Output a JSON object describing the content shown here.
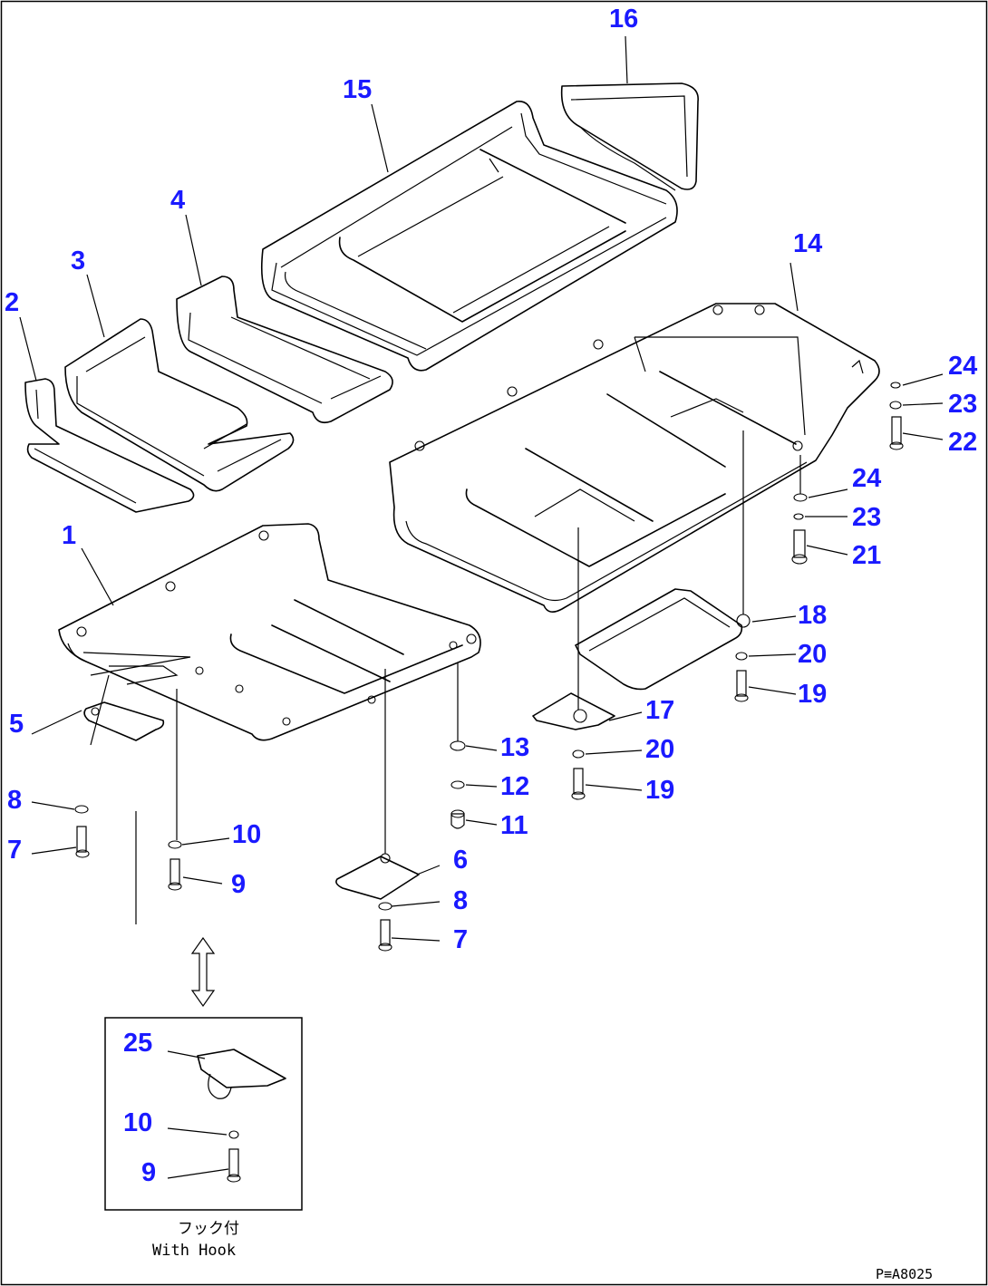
{
  "labels": [
    {
      "id": "16a",
      "text": "16"
    },
    {
      "id": "15a",
      "text": "15"
    },
    {
      "id": "4a",
      "text": "4"
    },
    {
      "id": "14a",
      "text": "14"
    },
    {
      "id": "3a",
      "text": "3"
    },
    {
      "id": "2a",
      "text": "2"
    },
    {
      "id": "24a",
      "text": "24"
    },
    {
      "id": "23a",
      "text": "23"
    },
    {
      "id": "22a",
      "text": "22"
    },
    {
      "id": "24b",
      "text": "24"
    },
    {
      "id": "23b",
      "text": "23"
    },
    {
      "id": "21a",
      "text": "21"
    },
    {
      "id": "1a",
      "text": "1"
    },
    {
      "id": "18a",
      "text": "18"
    },
    {
      "id": "20a",
      "text": "20"
    },
    {
      "id": "19a",
      "text": "19"
    },
    {
      "id": "17a",
      "text": "17"
    },
    {
      "id": "5a",
      "text": "5"
    },
    {
      "id": "13a",
      "text": "13"
    },
    {
      "id": "20b",
      "text": "20"
    },
    {
      "id": "12a",
      "text": "12"
    },
    {
      "id": "19b",
      "text": "19"
    },
    {
      "id": "8a",
      "text": "8"
    },
    {
      "id": "11a",
      "text": "11"
    },
    {
      "id": "10a",
      "text": "10"
    },
    {
      "id": "7a",
      "text": "7"
    },
    {
      "id": "6a",
      "text": "6"
    },
    {
      "id": "9a",
      "text": "9"
    },
    {
      "id": "8b",
      "text": "8"
    },
    {
      "id": "7b",
      "text": "7"
    },
    {
      "id": "25a",
      "text": "25"
    },
    {
      "id": "10b",
      "text": "10"
    },
    {
      "id": "9b",
      "text": "9"
    }
  ],
  "inset_caption_jp": "フック付",
  "inset_caption_en": "With Hook",
  "drawing_code": "P≡A8025"
}
